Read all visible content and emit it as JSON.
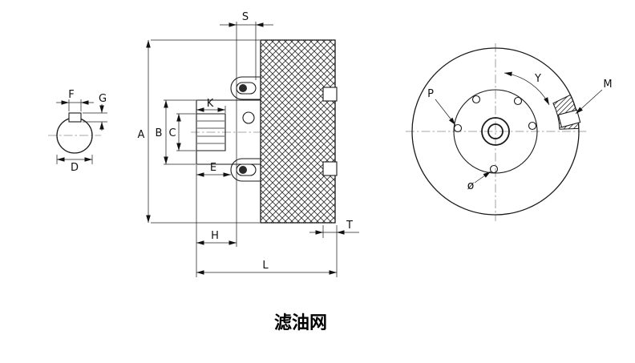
{
  "caption": "滤油网",
  "colors": {
    "line": "#1a1a1a",
    "background": "#ffffff"
  },
  "shaft_view": {
    "F": "F",
    "G": "G",
    "D": "D"
  },
  "section_view": {
    "S": "S",
    "A": "A",
    "B": "B",
    "C": "C",
    "K": "K",
    "E": "E",
    "H": "H",
    "L": "L",
    "T": "T"
  },
  "front_view": {
    "P": "P",
    "Y": "Y",
    "M": "M",
    "diameter": "ø"
  }
}
